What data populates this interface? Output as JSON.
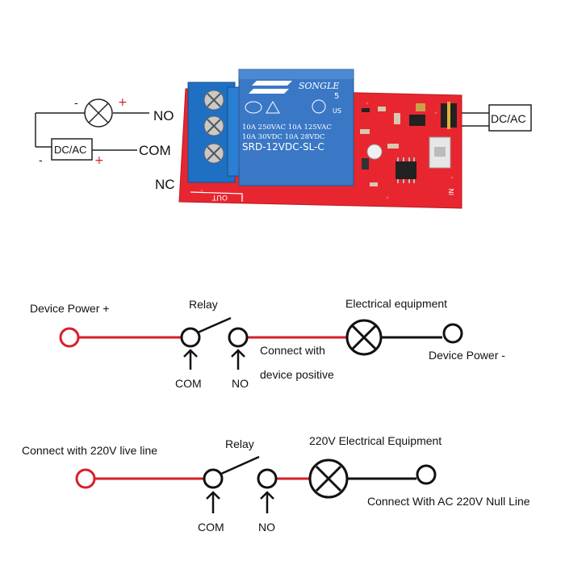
{
  "top_wiring": {
    "no_label": "NO",
    "com_label": "COM",
    "nc_label": "NC",
    "source_left": "DC/AC",
    "source_right": "DC/AC",
    "plus": "+",
    "minus": "-"
  },
  "board": {
    "relay_brand": "SONGLE",
    "relay_rating_1": "10A 250VAC  10A 125VAC",
    "relay_rating_2": "10A  30VDC  10A  28VDC",
    "relay_model": "SRD-12VDC-SL-C",
    "pin_count": "5",
    "cert_mark": "US",
    "silk_out": "OUT",
    "silk_in": "IN"
  },
  "diagram1": {
    "power_plus": "Device Power +",
    "relay": "Relay",
    "equipment": "Electrical equipment",
    "com": "COM",
    "no": "NO",
    "connect_line1": "Connect with",
    "connect_line2": "device positive",
    "power_minus": "Device Power -"
  },
  "diagram2": {
    "live_line": "Connect with 220V live line",
    "relay": "Relay",
    "equipment": "220V Electrical Equipment",
    "com": "COM",
    "no": "NO",
    "null_line": "Connect With AC 220V Null Line"
  },
  "colors": {
    "wire_red": "#d6202a",
    "wire_black": "#111111",
    "board_red": "#e8262f",
    "relay_blue": "#3a78c6",
    "terminal_blue": "#1f6fc2"
  }
}
